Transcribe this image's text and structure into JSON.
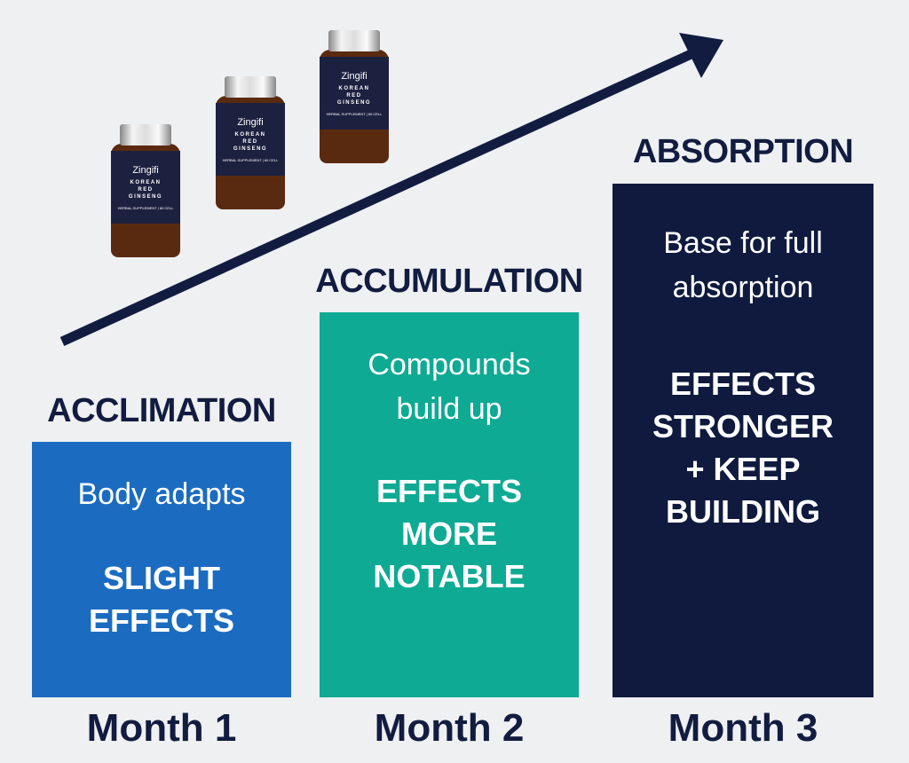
{
  "stages": [
    {
      "heading": "ACCLIMATION",
      "subtitle": "Body adapts",
      "effect": "SLIGHT EFFECTS",
      "month": "Month 1",
      "color": "#1b6cc1"
    },
    {
      "heading": "ACCUMULATION",
      "subtitle": "Compounds build up",
      "effect": "EFFECTS MORE NOTABLE",
      "month": "Month 2",
      "color": "#0eaa93"
    },
    {
      "heading": "ABSORPTION",
      "subtitle": "Base for full absorption",
      "effect": "EFFECTS STRONGER + KEEP BUILDING",
      "month": "Month 3",
      "color": "#0f1a3e"
    }
  ],
  "product": {
    "brand": "Zingifi",
    "name_line1": "KOREAN",
    "name_line2": "RED",
    "name_line3": "GINSENG",
    "footer": "HERBAL SUPPLEMENT | 60 CELL"
  }
}
